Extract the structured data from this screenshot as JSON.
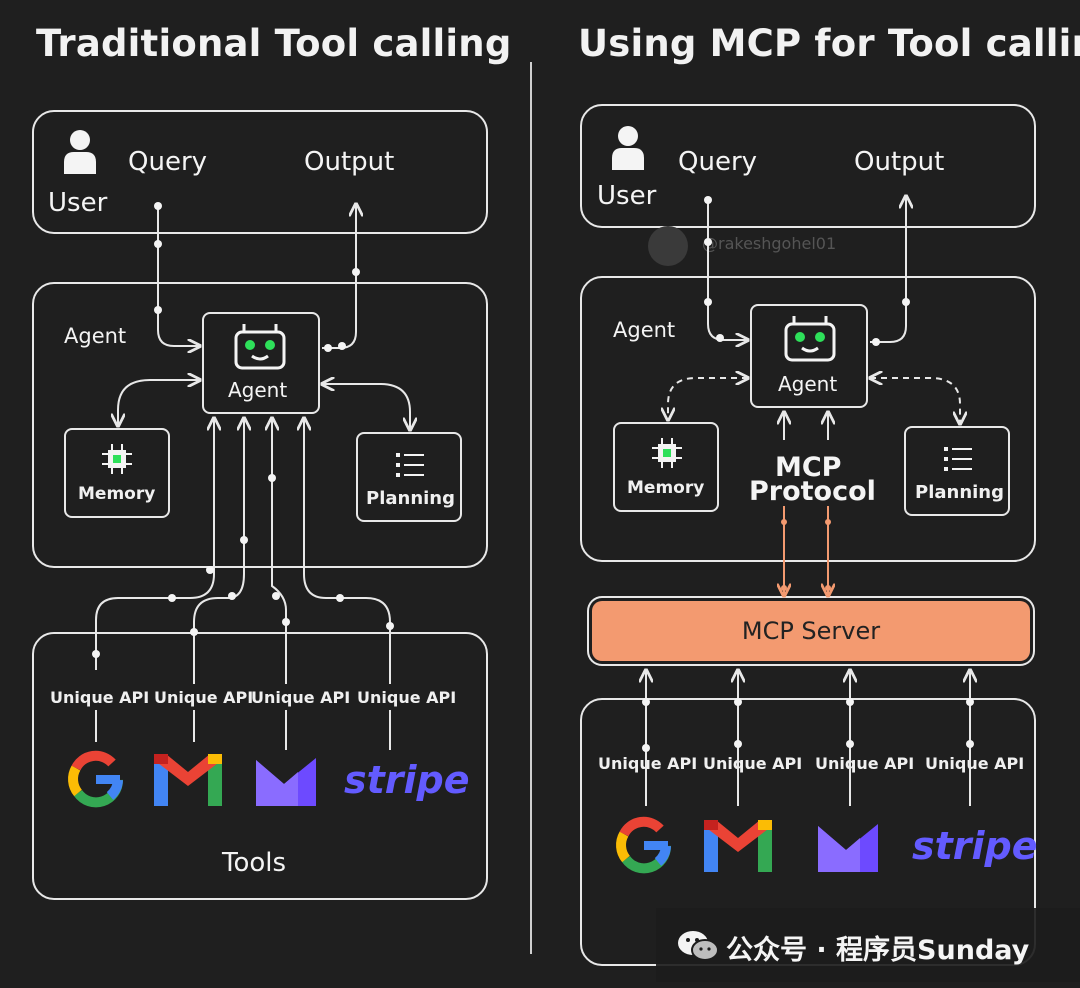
{
  "left": {
    "title": "Traditional Tool calling",
    "user_label": "User",
    "query_label": "Query",
    "output_label": "Output",
    "agent_section_label": "Agent",
    "agent_node_label": "Agent",
    "memory_label": "Memory",
    "planning_label": "Planning",
    "api_labels": [
      "Unique API",
      "Unique API",
      "Unique API",
      "Unique API"
    ],
    "tools_label": "Tools",
    "stripe_label": "stripe"
  },
  "right": {
    "title": "Using MCP for Tool calling",
    "user_label": "User",
    "query_label": "Query",
    "output_label": "Output",
    "agent_section_label": "Agent",
    "agent_node_label": "Agent",
    "memory_label": "Memory",
    "planning_label": "Planning",
    "protocol_line1": "MCP",
    "protocol_line2": "Protocol",
    "server_label": "MCP Server",
    "api_labels": [
      "Unique API",
      "Unique API",
      "Unique API",
      "Unique API"
    ],
    "stripe_label": "stripe",
    "credit": "@rakeshgohel01"
  },
  "watermark": "公众号 · 程序员Sunday",
  "colors": {
    "background": "#1f1f1f",
    "line": "#e8e8e8",
    "mcp_server": "#f39a70",
    "robot_eyes": "#2ee05a",
    "stripe": "#635bff"
  }
}
